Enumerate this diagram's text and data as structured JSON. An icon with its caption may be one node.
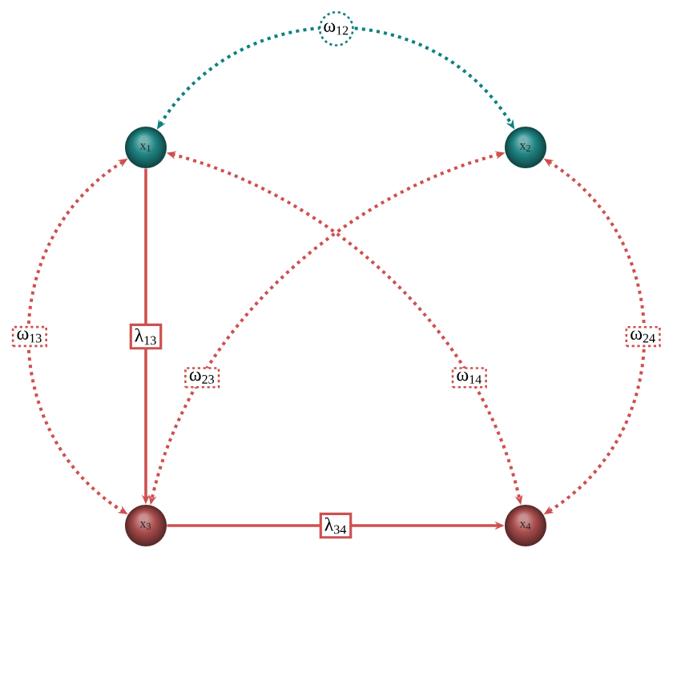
{
  "diagram": {
    "nodes": [
      {
        "text": [
          "x$_{1}$"
        ]
      },
      {
        "text": [
          "x$_{2}$"
        ]
      },
      {
        "text": [
          "x$_{3}$"
        ]
      },
      {
        "text": [
          "x$_{4}$"
        ]
      }
    ],
    "edges": [
      {
        "from": 0,
        "to": 1,
        "arrow": "both",
        "label": "ω$_{12}$",
        "style": "dashed",
        "color": "#0e8080"
      },
      {
        "from": 0,
        "to": 2,
        "arrow": "to",
        "label": "λ$_{13}$"
      },
      {
        "from": 0,
        "to": 2,
        "arrow": "both",
        "label": "ω$_{13}$",
        "style": "dashed"
      },
      {
        "from": 1,
        "to": 2,
        "arrow": "both",
        "label": "ω$_{23}$",
        "style": "dashed"
      },
      {
        "from": 0,
        "to": 3,
        "arrow": "both",
        "label": "ω$_{14}$",
        "style": "dashed"
      },
      {
        "from": 1,
        "to": 3,
        "arrow": "both",
        "label": "ω$_{24}$",
        "style": "dashed"
      },
      {
        "from": 2,
        "to": 3,
        "arrow": "to",
        "label": "λ$_{34}$"
      }
    ]
  }
}
